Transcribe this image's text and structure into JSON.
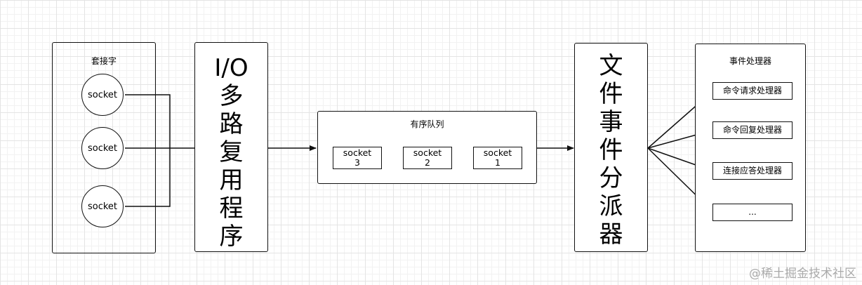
{
  "sockets_panel": {
    "title": "套接字",
    "sockets": [
      "socket",
      "socket",
      "socket"
    ]
  },
  "io_multiplexer": {
    "label_lines": "I/O\n多\n路\n复\n用\n程\n序"
  },
  "ordered_queue": {
    "title": "有序队列",
    "items": [
      {
        "line1": "socket",
        "line2": "3"
      },
      {
        "line1": "socket",
        "line2": "2"
      },
      {
        "line1": "socket",
        "line2": "1"
      }
    ]
  },
  "dispatcher": {
    "label_lines": "文\n件\n事\n件\n分\n派\n器"
  },
  "handlers_panel": {
    "title": "事件处理器",
    "handlers": [
      "命令请求处理器",
      "命令回复处理器",
      "连接应答处理器",
      "..."
    ]
  },
  "watermark": "@稀土掘金技术社区"
}
